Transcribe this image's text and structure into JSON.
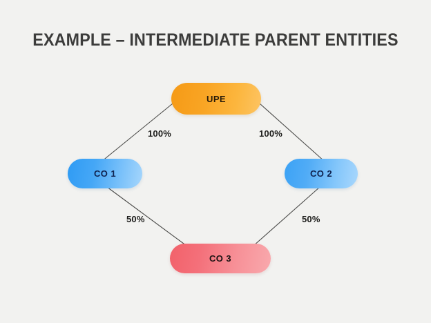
{
  "page": {
    "background_color": "#f2f2f0",
    "title": "EXAMPLE – INTERMEDIATE PARENT ENTITIES",
    "title_color": "#3c3c3b"
  },
  "diagram": {
    "type": "ownership-structure",
    "nodes": [
      {
        "id": "upe",
        "label": "UPE",
        "role": "ultimate-parent-entity",
        "color_start": "#f59a16",
        "color_end": "#fdc463",
        "text_color": "#271a08"
      },
      {
        "id": "co1",
        "label": "CO 1",
        "role": "intermediate-parent-entity",
        "color_start": "#2f9bf4",
        "color_end": "#a6d6fc",
        "text_color": "#10234f"
      },
      {
        "id": "co2",
        "label": "CO 2",
        "role": "intermediate-parent-entity",
        "color_start": "#3ba2f5",
        "color_end": "#a9d7fc",
        "text_color": "#10234f"
      },
      {
        "id": "co3",
        "label": "CO 3",
        "role": "subsidiary-entity",
        "color_start": "#f2616a",
        "color_end": "#f9a9ad",
        "text_color": "#1c1212"
      }
    ],
    "edges": [
      {
        "id": "upe-co1",
        "from": "upe",
        "to": "co1",
        "label": "100%"
      },
      {
        "id": "upe-co2",
        "from": "upe",
        "to": "co2",
        "label": "100%"
      },
      {
        "id": "co1-co3",
        "from": "co1",
        "to": "co3",
        "label": "50%"
      },
      {
        "id": "co2-co3",
        "from": "co2",
        "to": "co3",
        "label": "50%"
      }
    ],
    "edge_line_color": "#4a4a48"
  }
}
